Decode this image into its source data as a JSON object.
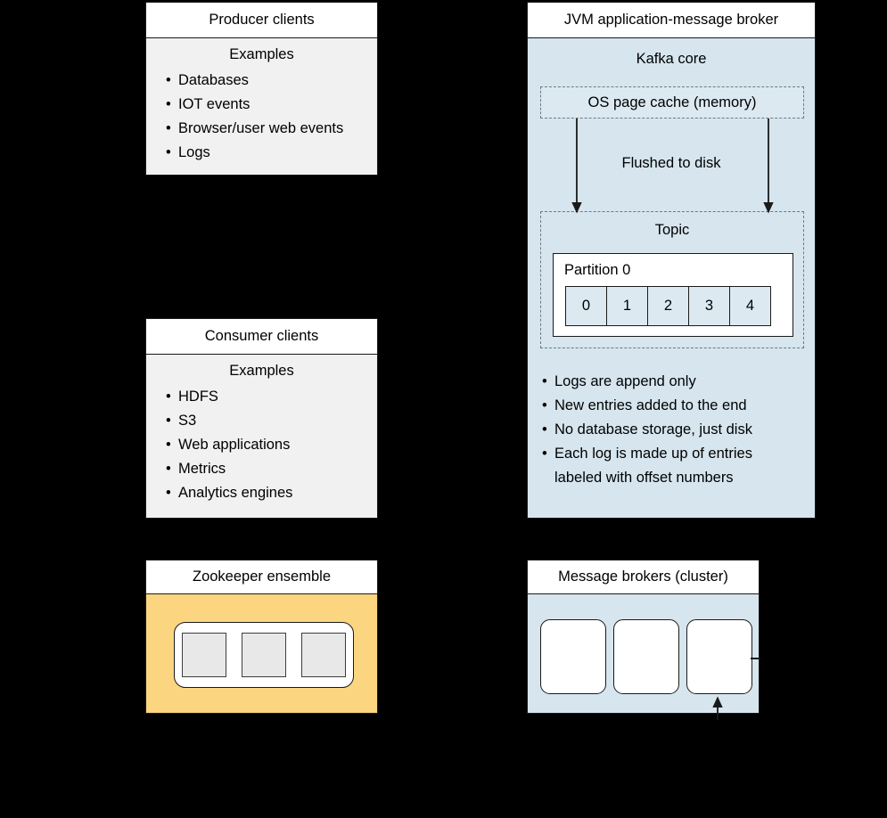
{
  "producer": {
    "title": "Producer clients",
    "examples_label": "Examples",
    "items": [
      "Databases",
      "IOT events",
      "Browser/user web events",
      "Logs"
    ]
  },
  "consumer": {
    "title": "Consumer clients",
    "examples_label": "Examples",
    "items": [
      "HDFS",
      "S3",
      "Web applications",
      "Metrics",
      "Analytics engines"
    ]
  },
  "zookeeper": {
    "title": "Zookeeper ensemble",
    "node_count": 3
  },
  "broker_cluster": {
    "title": "Message brokers (cluster)",
    "node_count": 3
  },
  "jvm": {
    "title": "JVM application-message broker",
    "core_label": "Kafka core",
    "page_cache_label": "OS page cache (memory)",
    "flush_label": "Flushed to disk",
    "topic_label": "Topic",
    "partition_label": "Partition 0",
    "offsets": [
      "0",
      "1",
      "2",
      "3",
      "4"
    ],
    "notes": [
      "Logs are append only",
      "New entries added to the end",
      "No database storage, just disk",
      "Each log is made up of entries\nlabeled with offset numbers"
    ]
  },
  "colors": {
    "background": "#000000",
    "panel_blue": "#d6e5ee",
    "panel_gray": "#f1f1f1",
    "panel_amber": "#fcd581",
    "cell_blue": "#dce9f1",
    "stroke": "#1a1a1a",
    "dashed_stroke": "#6c7a82"
  }
}
